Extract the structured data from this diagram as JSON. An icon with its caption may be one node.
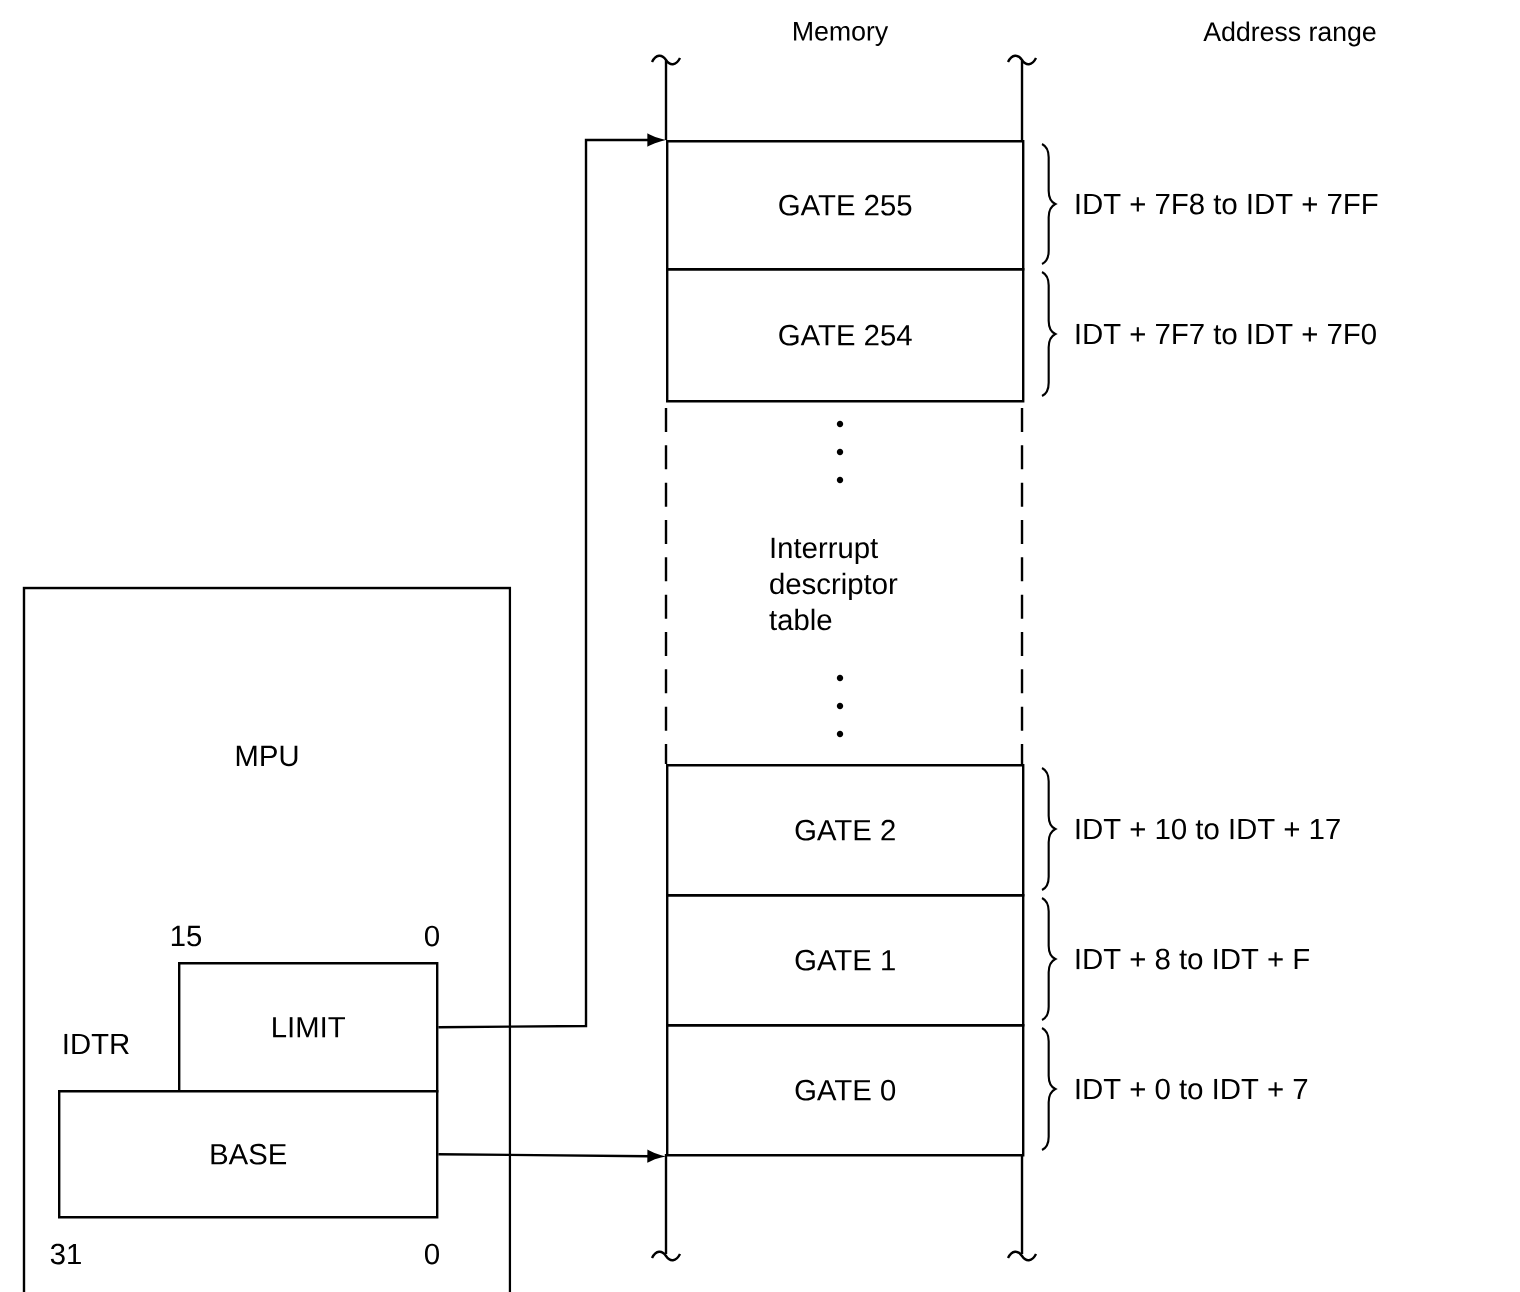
{
  "diagram": {
    "nodes": [
      {
        "text": [
          "MPU"
        ]
      },
      {
        "text": [
          "LIMIT"
        ],
        "in": 0,
        "beside": [
          "15",
          "0"
        ]
      },
      {
        "text": [
          "BASE"
        ],
        "in": 0,
        "beside": [
          "31",
          "0"
        ]
      },
      {
        "text": [
          "GATE 255"
        ],
        "beside": [
          "IDT + 7F8 to IDT + 7FF"
        ]
      },
      {
        "text": [
          "GATE 254"
        ],
        "beside": [
          "IDT + 7F7 to IDT + 7F0"
        ]
      },
      {
        "text": [
          "Interrupt descriptor table"
        ]
      },
      {
        "text": [
          "GATE 2"
        ],
        "beside": [
          "IDT + 10 to IDT + 17"
        ]
      },
      {
        "text": [
          "GATE 1"
        ],
        "beside": [
          "IDT + 8 to IDT + F"
        ]
      },
      {
        "text": [
          "GATE 0"
        ],
        "beside": [
          "IDT + 0 to IDT + 7"
        ]
      }
    ],
    "edges": [
      {
        "from": 1,
        "to": 3,
        "arrow": "to"
      },
      {
        "from": 2,
        "to": 8,
        "arrow": "to"
      }
    ],
    "labels": [
      "Memory",
      "Address range",
      "IDTR"
    ]
  }
}
